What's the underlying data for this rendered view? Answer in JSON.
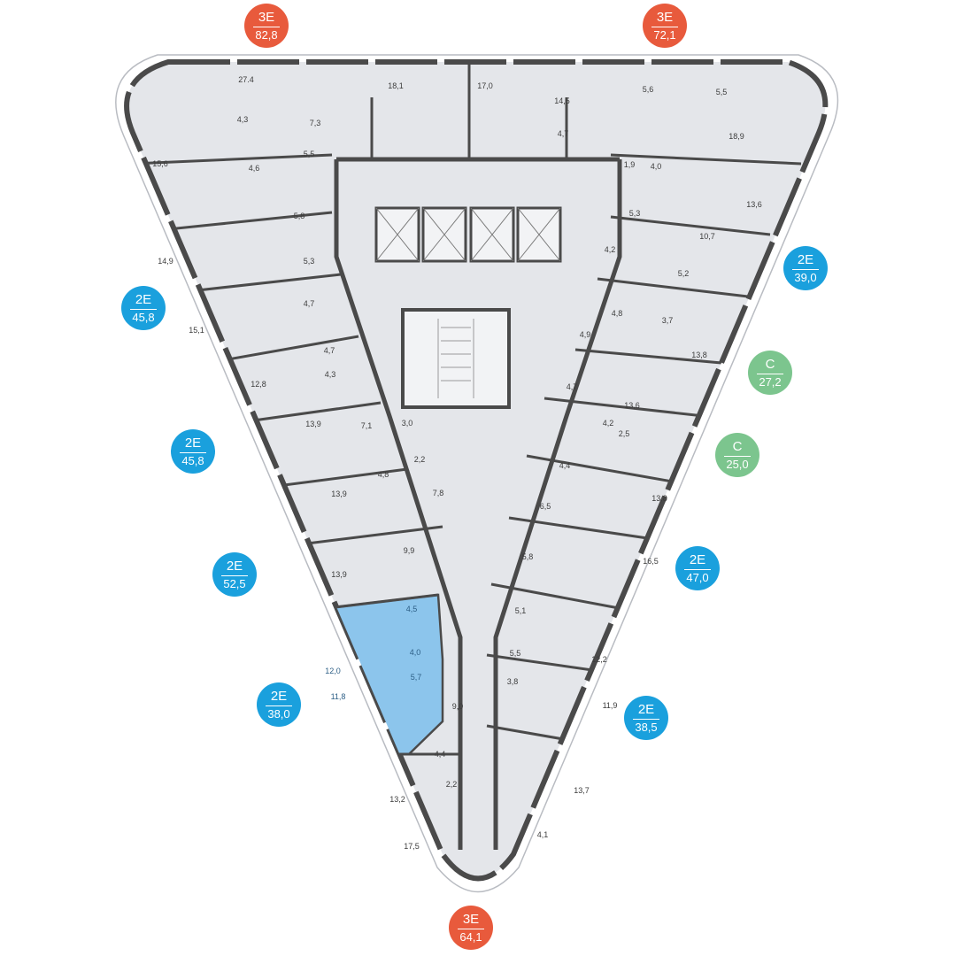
{
  "colors": {
    "type_3e": "#e85a3c",
    "type_2e": "#1aa0dd",
    "type_c": "#7cc58e",
    "highlight_fill": "#8cc5ec",
    "floor_fill": "#e4e6ea",
    "wall": "#4a4a4a"
  },
  "badges": [
    {
      "type": "3E",
      "area": "82,8",
      "color": "type_3e"
    },
    {
      "type": "3E",
      "area": "72,1",
      "color": "type_3e"
    },
    {
      "type": "2E",
      "area": "39,0",
      "color": "type_2e"
    },
    {
      "type": "2E",
      "area": "45,8",
      "color": "type_2e"
    },
    {
      "type": "С",
      "area": "27,2",
      "color": "type_c"
    },
    {
      "type": "2E",
      "area": "45,8",
      "color": "type_2e"
    },
    {
      "type": "С",
      "area": "25,0",
      "color": "type_c"
    },
    {
      "type": "2E",
      "area": "52,5",
      "color": "type_2e"
    },
    {
      "type": "2E",
      "area": "47,0",
      "color": "type_2e"
    },
    {
      "type": "2E",
      "area": "38,0",
      "color": "type_2e"
    },
    {
      "type": "2E",
      "area": "38,5",
      "color": "type_2e"
    },
    {
      "type": "3E",
      "area": "64,1",
      "color": "type_3e"
    }
  ],
  "room_areas": [
    "27.4",
    "4,3",
    "7,3",
    "18,1",
    "17,0",
    "14,5",
    "5,6",
    "5,5",
    "4,7",
    "18,9",
    "15,6",
    "4,6",
    "5,5",
    "1,9",
    "4,0",
    "5,8",
    "5,3",
    "13,6",
    "14,9",
    "10,7",
    "5,3",
    "4,2",
    "5,2",
    "4,7",
    "4,8",
    "3,7",
    "15,1",
    "4,7",
    "4,9",
    "13,8",
    "12,8",
    "4,3",
    "4,7",
    "13,6",
    "4,2",
    "13,9",
    "7,1",
    "3,0",
    "2,5",
    "2,2",
    "4,8",
    "4,4",
    "7,8",
    "13,8",
    "13,9",
    "6,5",
    "9,9",
    "5,8",
    "16,5",
    "13,9",
    "5,1",
    "4,5",
    "5,5",
    "12,2",
    "4,0",
    "3,8",
    "12,0",
    "5,7",
    "11,8",
    "9,0",
    "11,9",
    "4,4",
    "2,2",
    "13,2",
    "13,7",
    "4,1",
    "17,5"
  ],
  "highlighted_apartment": {
    "type": "2E",
    "area": "38,0"
  }
}
